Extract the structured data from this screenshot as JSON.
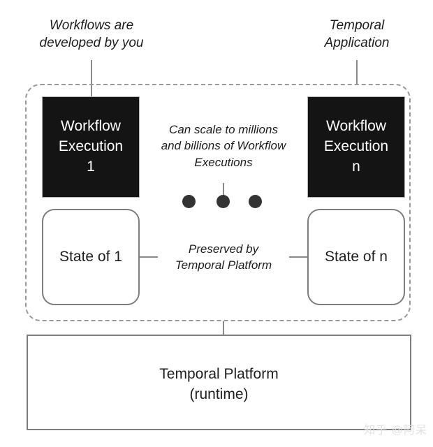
{
  "diagram": {
    "title_annotations": {
      "left_caption": "Workflows are\ndeveloped by you",
      "right_caption": "Temporal\nApplication"
    },
    "application_container": {
      "name": "Temporal Application",
      "border_style": "dashed",
      "border_color": "#9a9a9a"
    },
    "workflow_executions": [
      {
        "label": "Workflow\nExecution\n1",
        "fill_color": "#141414",
        "text_color": "#ffffff"
      },
      {
        "label": "Workflow\nExecution\nn",
        "fill_color": "#141414",
        "text_color": "#ffffff"
      }
    ],
    "states": [
      {
        "label": "State of 1",
        "fill_color": "#ffffff",
        "border_color": "#7e7e7e"
      },
      {
        "label": "State of n",
        "fill_color": "#ffffff",
        "border_color": "#7e7e7e"
      }
    ],
    "notes": {
      "scale_note": "Can scale to millions\nand billions of Workflow\nExecutions",
      "preserved_note": "Preserved by\nTemporal Platform"
    },
    "ellipsis": {
      "dot_count": 3,
      "dot_color": "#333333"
    },
    "platform": {
      "label": "Temporal Platform\n(runtime)",
      "border_color": "#7e7e7e"
    },
    "watermark": "知乎 @阿呆"
  }
}
